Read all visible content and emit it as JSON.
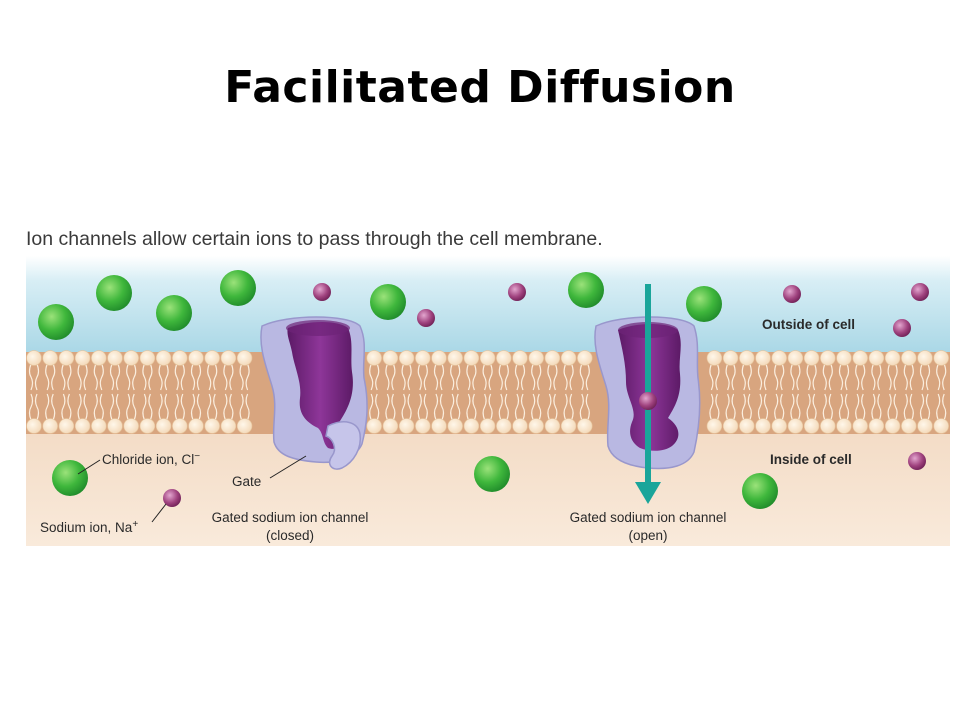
{
  "title": "Facilitated Diffusion",
  "caption": "Ion channels allow certain ions to pass through the cell membrane.",
  "labels": {
    "outside": "Outside of cell",
    "inside": "Inside of cell",
    "chloride": "Chloride ion, Cl",
    "chloride_sup": "−",
    "sodium": "Sodium ion, Na",
    "sodium_sup": "+",
    "gate": "Gate",
    "closed_channel_line1": "Gated sodium ion channel",
    "closed_channel_line2": "(closed)",
    "open_channel_line1": "Gated sodium ion channel",
    "open_channel_line2": "(open)"
  },
  "colors": {
    "outside_top": "#d8eef5",
    "outside_bottom": "#a9d7e6",
    "inside": "#f6e2cf",
    "lipid_head": "#fbe6cc",
    "lipid_tail": "#c2805a",
    "channel_outer": "#b9b8e2",
    "channel_inner": "#7b2a84",
    "chloride_ion": "#3fb73c",
    "sodium_ion": "#a0437f",
    "arrow": "#1aa59a"
  }
}
